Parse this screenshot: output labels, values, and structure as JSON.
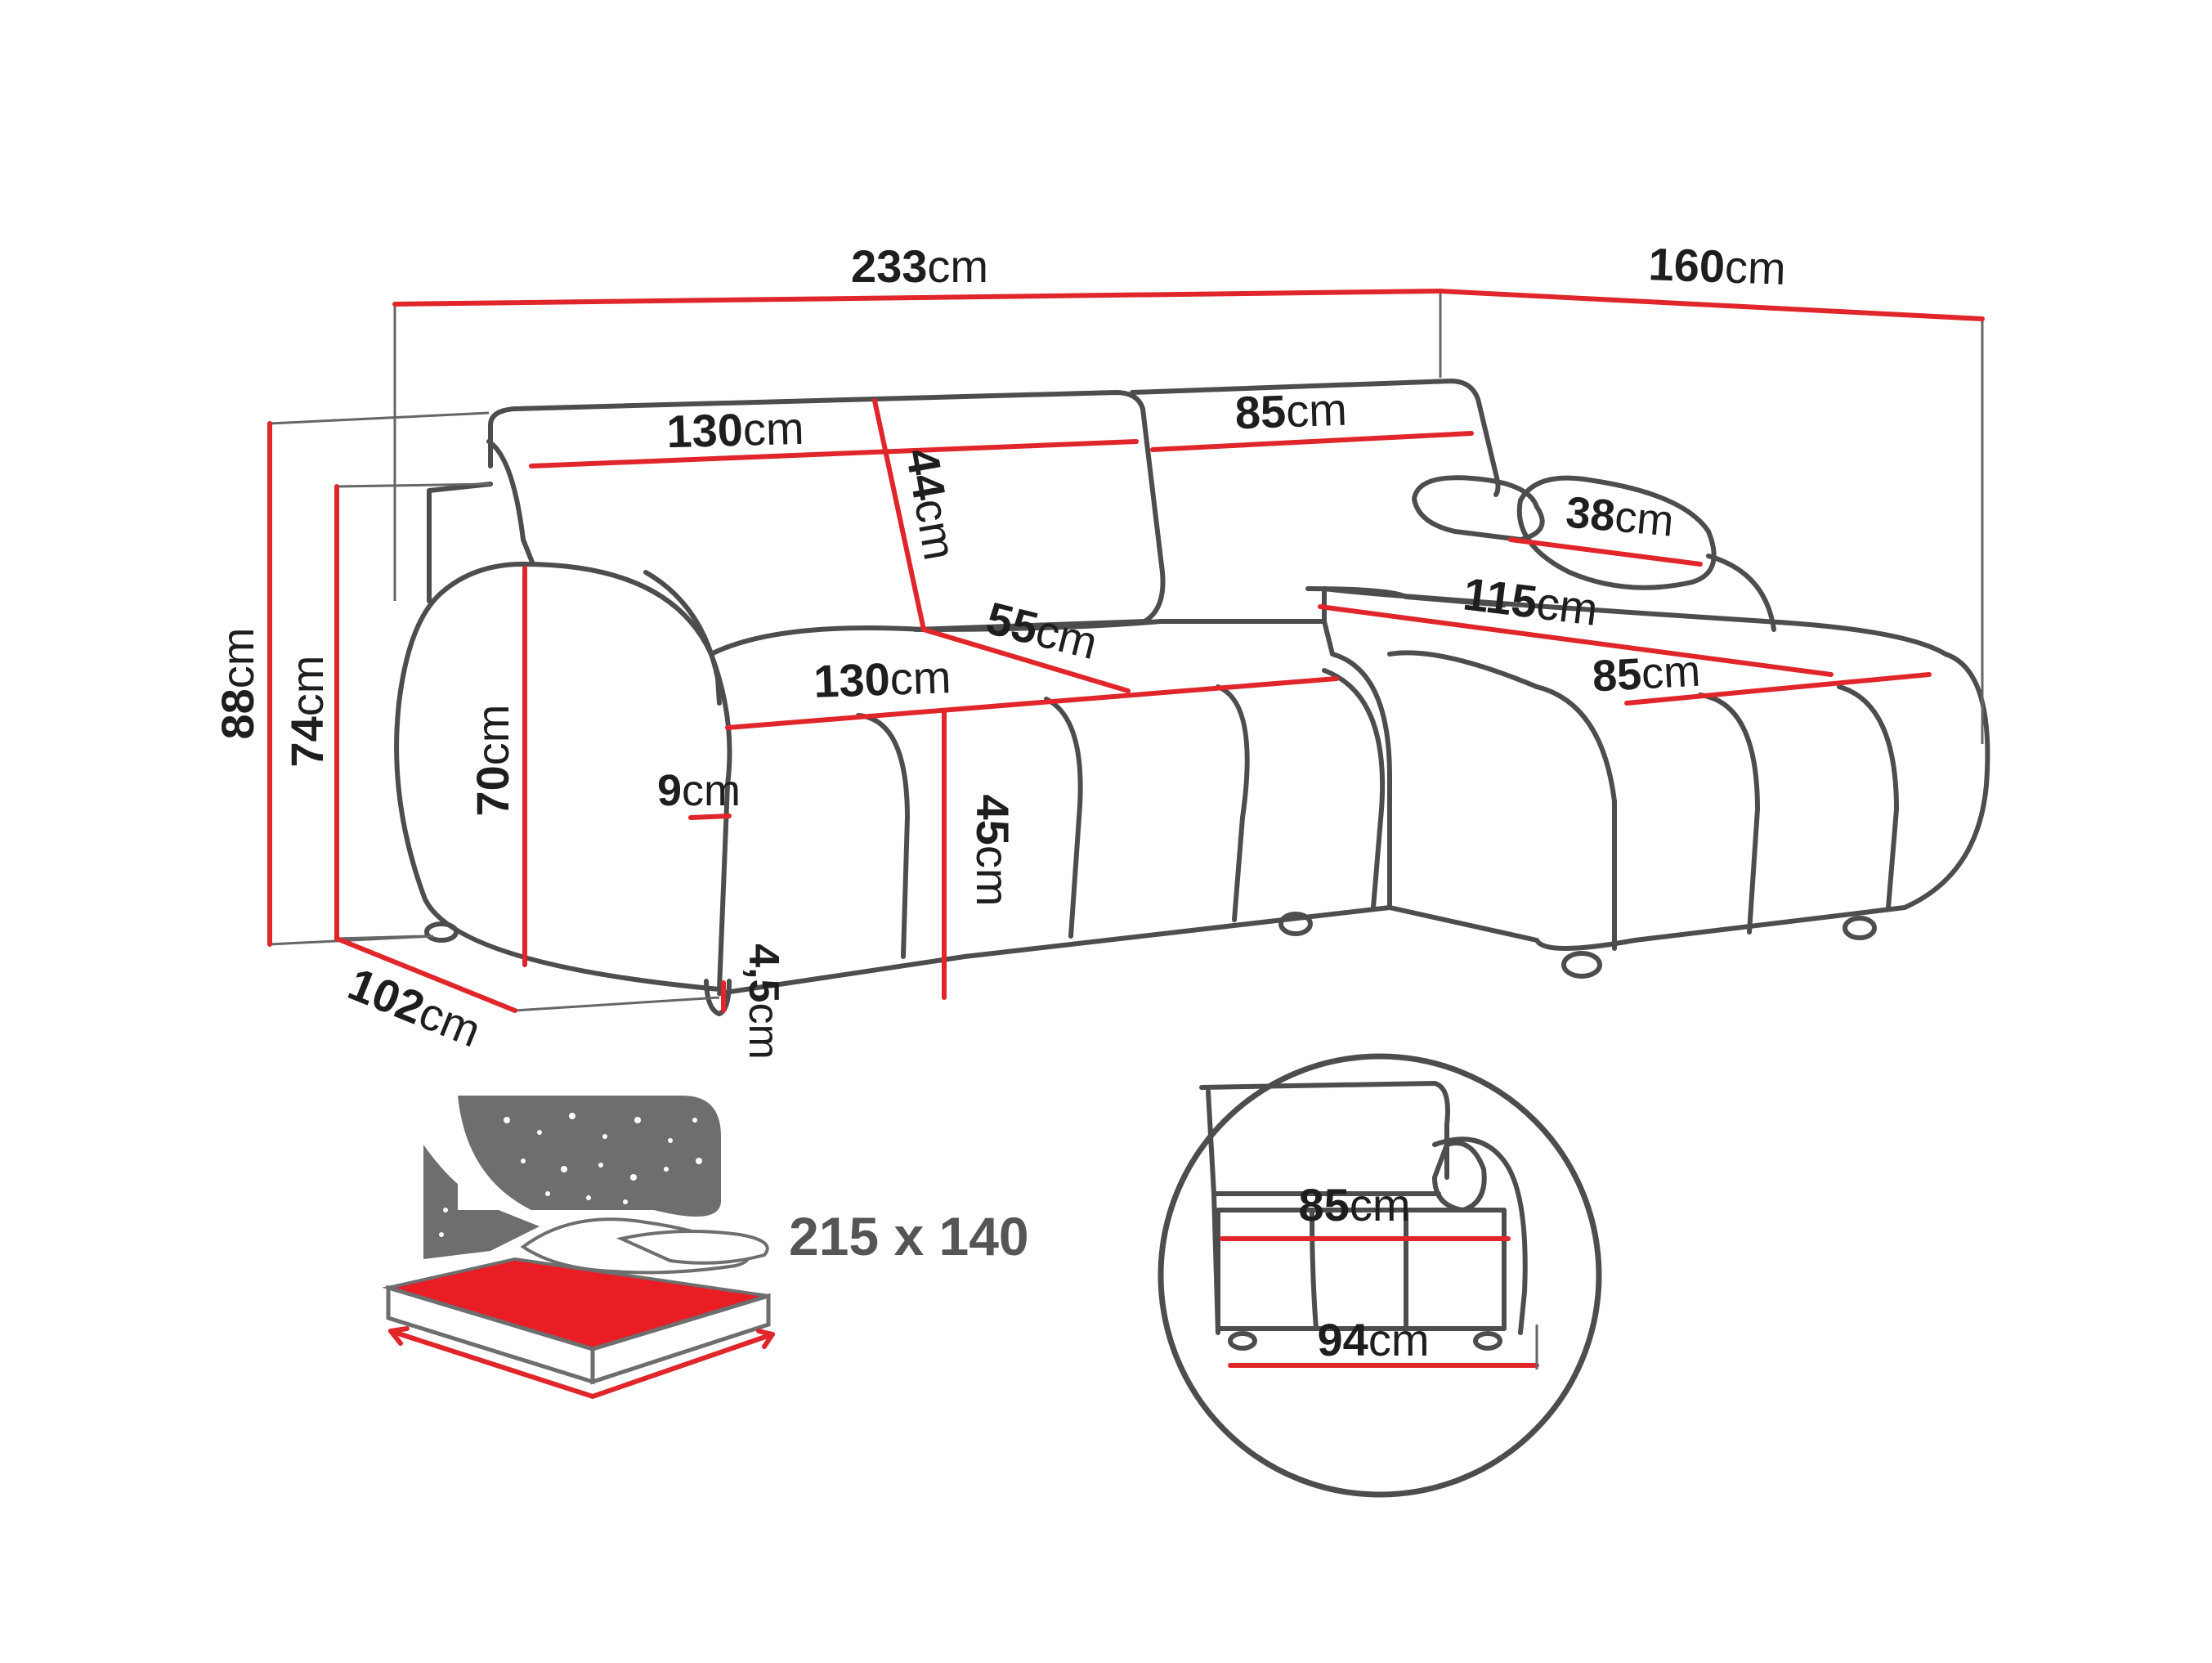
{
  "colors": {
    "outline": "#4d4d4d",
    "dimension": "#e0262a",
    "text": "#1e1e1e",
    "bed_label": "#555555",
    "night_sky": "#6e6e6e",
    "mattress": "#ea1c24"
  },
  "unit": "cm",
  "dimensions": {
    "total_width": "233",
    "chaise_depth": "160",
    "backrest_left": "130",
    "backrest_right": "85",
    "backrest_height": "44",
    "pillow": "38",
    "chaise_length": "115",
    "chaise_width": "85",
    "seat_depth": "55",
    "seat_width": "130",
    "total_height": "88",
    "height_74": "74",
    "armrest_height": "70",
    "armrest_width": "9",
    "seat_height": "45",
    "leg_height": "4,5",
    "depth": "102"
  },
  "bed": {
    "label": "215 x 140",
    "icon": "night-sky-bed-icon"
  },
  "detail": {
    "depth_top": "85",
    "depth_bottom": "94"
  }
}
